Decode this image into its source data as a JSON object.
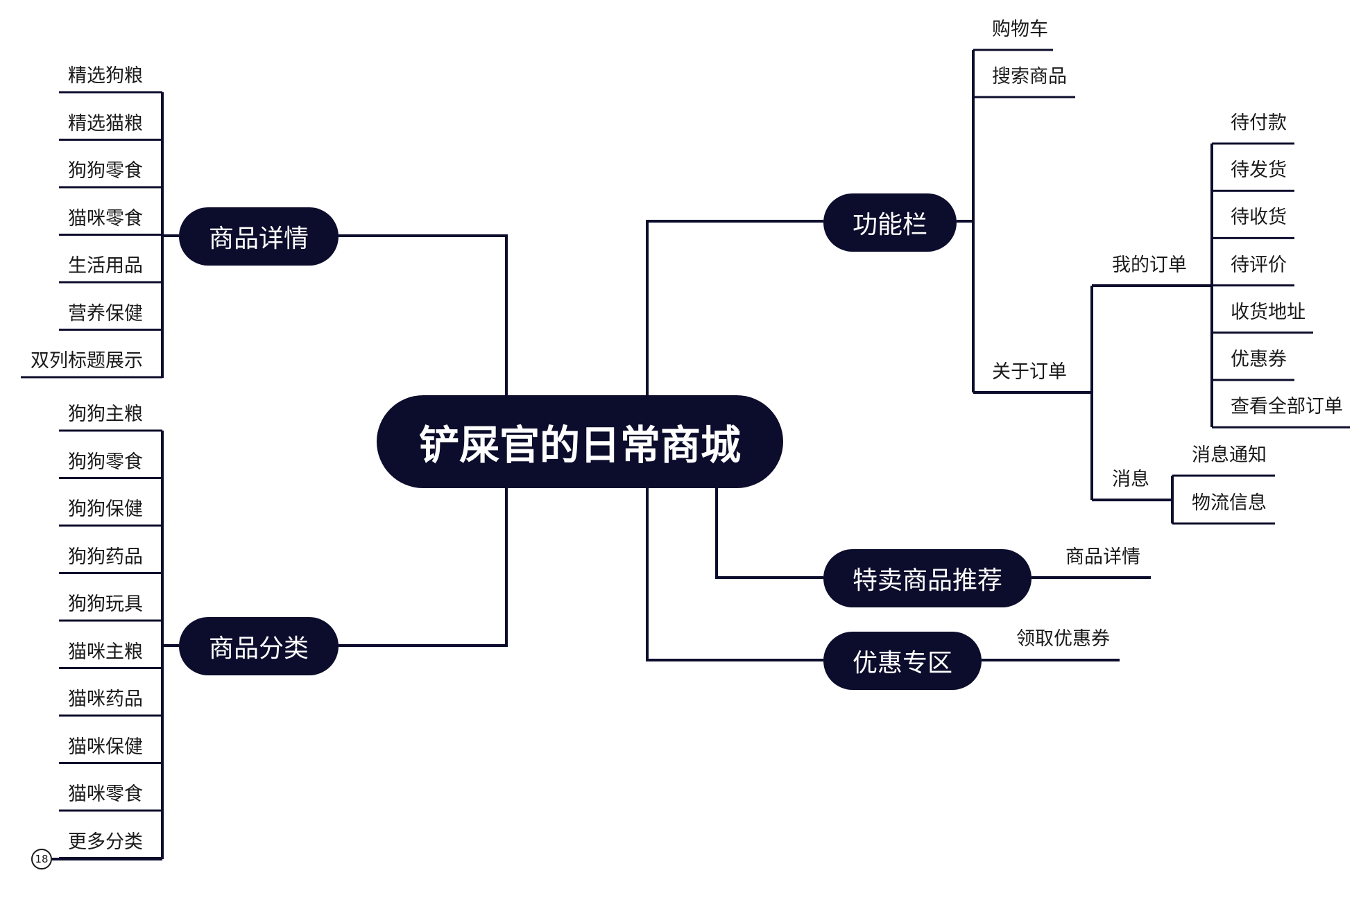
{
  "root": "铲屎官的日常商城",
  "branches": {
    "product_detail": {
      "label": "商品详情",
      "items": [
        "精选狗粮",
        "精选猫粮",
        "狗狗零食",
        "猫咪零食",
        "生活用品",
        "营养保健",
        "双列标题展示"
      ]
    },
    "product_category": {
      "label": "商品分类",
      "items": [
        "狗狗主粮",
        "狗狗零食",
        "狗狗保健",
        "狗狗药品",
        "狗狗玩具",
        "猫咪主粮",
        "猫咪药品",
        "猫咪保健",
        "猫咪零食",
        "更多分类"
      ]
    },
    "function_bar": {
      "label": "功能栏",
      "cart": "购物车",
      "search": "搜索商品",
      "about_orders": {
        "label": "关于订单",
        "my_orders": {
          "label": "我的订单",
          "items": [
            "待付款",
            "待发货",
            "待收货",
            "待评价",
            "收货地址",
            "优惠券",
            "查看全部订单"
          ]
        },
        "messages": {
          "label": "消息",
          "items": [
            "消息通知",
            "物流信息"
          ]
        }
      }
    },
    "flash_sale": {
      "label": "特卖商品推荐",
      "items": [
        "商品详情"
      ]
    },
    "promo_zone": {
      "label": "优惠专区",
      "items": [
        "领取优惠券"
      ]
    }
  },
  "badge": "18"
}
